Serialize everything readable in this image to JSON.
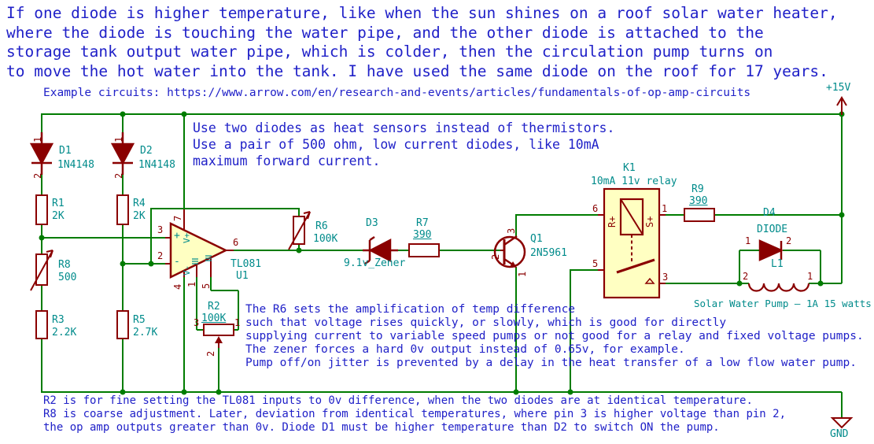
{
  "notes": {
    "header": [
      "If one diode is higher temperature, like when the sun shines on a roof solar water heater,",
      "where the diode is touching the water pipe, and the other diode is attached to the",
      "storage tank output water pipe, which is colder, then the circulation pump turns on",
      "to move the hot water into the tank. I have used the same diode on the roof for 17 years."
    ],
    "example": "Example circuits: https://www.arrow.com/en/research-and-events/articles/fundamentals-of-op-amp-circuits",
    "sensor": [
      "Use two diodes as heat sensors instead of thermistors.",
      "Use a pair of 500 ohm, low current diodes, like 10mA",
      "maximum forward current."
    ],
    "r6": [
      "The R6 sets the amplification of temp difference",
      "such that voltage rises quickly, or slowly, which is good for directly",
      "supplying current to variable speed pumps or not good for a relay and fixed voltage pumps.",
      "The zener forces a hard 0v output instead of 0.65v, for example.",
      "Pump off/on jitter is prevented by a delay in the heat transfer of a low flow water pump."
    ],
    "bottom": [
      "R2 is for fine setting the TL081 inputs to 0v difference, when the two diodes are at identical temperature.",
      "R8 is coarse adjustment. Later, deviation from identical temperatures, where pin 3 is higher voltage than pin 2,",
      "the op amp outputs greater than 0v. Diode D1 must be higher temperature than D2 to switch ON the pump."
    ]
  },
  "power": {
    "vcc": "+15V",
    "gnd": "GND"
  },
  "components": {
    "d1": {
      "ref": "D1",
      "value": "1N4148",
      "pin1": "1",
      "pin2": "2"
    },
    "d2": {
      "ref": "D2",
      "value": "1N4148",
      "pin1": "1",
      "pin2": "2"
    },
    "r1": {
      "ref": "R1",
      "value": "2K"
    },
    "r4": {
      "ref": "R4",
      "value": "2K"
    },
    "r8": {
      "ref": "R8",
      "value": "500"
    },
    "r3": {
      "ref": "R3",
      "value": "2.2K"
    },
    "r5": {
      "ref": "R5",
      "value": "2.7K"
    },
    "r2": {
      "ref": "R2",
      "value": "100K",
      "pin_a": "3",
      "pin_b": "1",
      "pin_w": "2"
    },
    "r6": {
      "ref": "R6",
      "value": "100K"
    },
    "r7": {
      "ref": "R7",
      "value": "390"
    },
    "r9": {
      "ref": "R9",
      "value": "390"
    },
    "d3": {
      "ref": "D3",
      "value": "9.1v_Zener"
    },
    "u1": {
      "ref": "U1",
      "value": "TL081",
      "pin_inp": "3",
      "pin_inn": "2",
      "pin_vp": "7",
      "pin_vm": "4",
      "pin_n1": "1",
      "pin_n2": "5",
      "pin_out": "6",
      "sym_plus": "+",
      "sym_minus": "-",
      "sym_vp": "V+",
      "sym_vm": "V-"
    },
    "q1": {
      "ref": "Q1",
      "value": "2N5961",
      "pin_b": "2",
      "pin_c": "3",
      "pin_e": "1"
    },
    "k1": {
      "ref": "K1",
      "value": "10mA 11v relay",
      "pin_coil_a": "6",
      "pin_coil_b": "1",
      "pin_com": "5",
      "pin_no": "3",
      "lbl_r": "R+",
      "lbl_s": "S+"
    },
    "d4": {
      "ref": "D4",
      "value": "DIODE",
      "pin1": "1",
      "pin2": "2"
    },
    "l1": {
      "ref": "L1",
      "pin_a": "2",
      "pin_b": "1",
      "caption": "Solar Water Pump – 1A 15 watts"
    }
  },
  "colors": {
    "wire": "#007C00",
    "component": "#8A0000",
    "label": "#008B8B",
    "note": "#2021C8",
    "fill": "#FFFFC2",
    "background": "#FFFFFF"
  }
}
